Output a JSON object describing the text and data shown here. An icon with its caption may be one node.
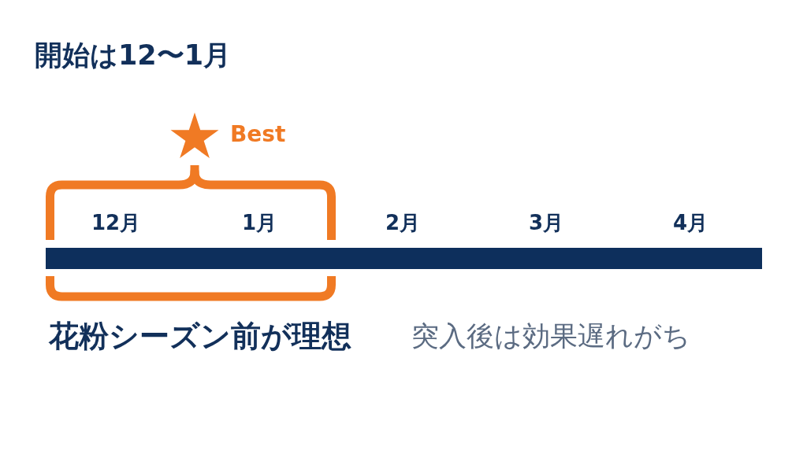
{
  "diagram": {
    "title": "開始は12〜1月",
    "nodes": [
      {
        "text": [],
        "shape": "bar",
        "beside": [
          "12月",
          "1月",
          "2月",
          "3月",
          "4月"
        ]
      }
    ],
    "labels": [
      "Best",
      "花粉シーズン前が理想",
      "突入後は効果遅れがち"
    ]
  }
}
